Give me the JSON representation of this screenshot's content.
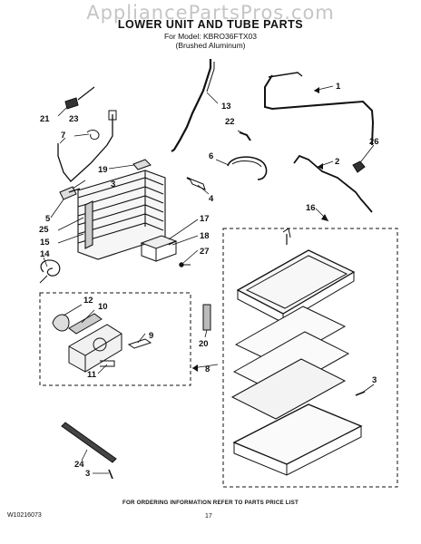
{
  "watermark": "AppliancePartsPros.com",
  "header": {
    "title": "LOWER UNIT AND TUBE PARTS",
    "model_line": "For Model: KBRO36FTX03",
    "finish_line": "(Brushed Aluminum)"
  },
  "footer": {
    "ordering_note": "FOR ORDERING INFORMATION REFER TO PARTS PRICE LIST",
    "doc_number": "W10216073",
    "page_number": "17"
  },
  "callouts": [
    "1",
    "2",
    "3",
    "3",
    "3",
    "4",
    "5",
    "6",
    "7",
    "8",
    "9",
    "10",
    "11",
    "12",
    "13",
    "14",
    "15",
    "16",
    "17",
    "18",
    "19",
    "20",
    "21",
    "22",
    "23",
    "24",
    "25",
    "26",
    "27"
  ],
  "colors": {
    "line": "#111111",
    "dash": "#222222",
    "watermark": "#969696"
  }
}
